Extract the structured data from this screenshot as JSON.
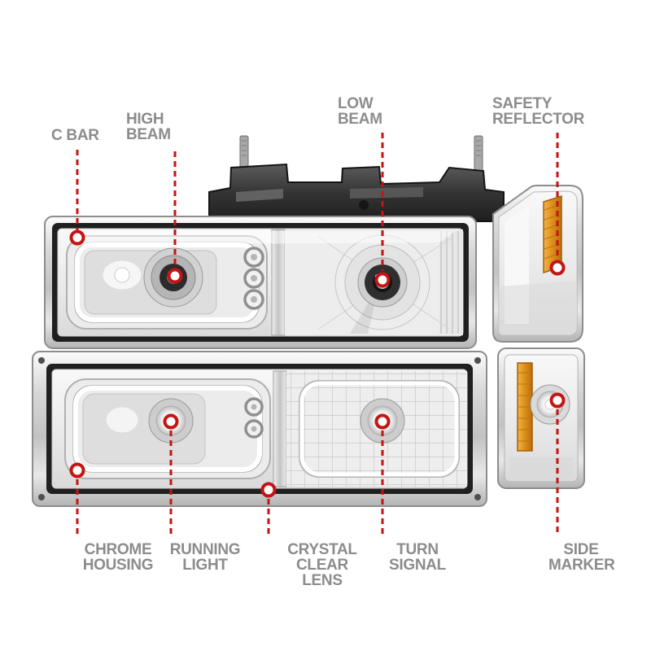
{
  "product": {
    "name": "truck headlight assembly set with corner lights, bumper lights and side markers"
  },
  "colors": {
    "label_text": "#8c8c8c",
    "leader_red": "#c41414",
    "amber_reflector": "#dd8d18",
    "chrome": "#d8d8d8",
    "background": "#ffffff"
  },
  "callouts": {
    "c_bar": {
      "label": "C BAR"
    },
    "high_beam": {
      "label": "HIGH\nBEAM"
    },
    "low_beam": {
      "label": "LOW\nBEAM"
    },
    "safety_reflector": {
      "label": "SAFETY\nREFLECTOR"
    },
    "chrome_housing": {
      "label": "CHROME\nHOUSING"
    },
    "running_light": {
      "label": "RUNNING\nLIGHT"
    },
    "crystal_clear_lens": {
      "label": "CRYSTAL\nCLEAR LENS"
    },
    "turn_signal": {
      "label": "TURN\nSIGNAL"
    },
    "side_marker": {
      "label": "SIDE\nMARKER"
    }
  }
}
